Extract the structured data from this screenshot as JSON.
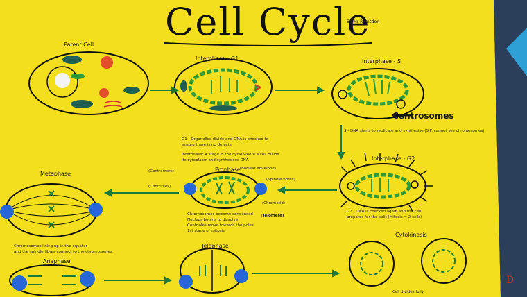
{
  "poster": {
    "title": "Cell Cycle",
    "byline": "By Mr Ramsdon",
    "stages": {
      "parent": "Parent Cell",
      "g1": "Interphase - G1",
      "s": "Interphase - S",
      "g2": "Interphase - G2",
      "prophase": "Prophase",
      "metaphase": "Metaphase",
      "anaphase": "Anaphase",
      "telophase": "Telophase",
      "cytokinesis": "Cytokinesis"
    },
    "annotations": {
      "centrosomes": "Centrosomes",
      "g1_note_1": "G1 - Organelles divide and DNA is checked to",
      "g1_note_2": "ensure there is no defects",
      "g1_note_3": "Interphase: A stage in the cycle where a cell builds",
      "g1_note_4": "its cytoplasm and synthesises DNA",
      "s_note": "S - DNA starts to replicate and synthesise (S.P. cannot see chromosomes)",
      "g2_note_1": "G2 - DNA is checked again and the cell",
      "g2_note_2": "prepares for the split (Mitosis = 2 cells)",
      "prophase_note_1": "Chromosomes become condensed",
      "prophase_note_2": "Nucleus begins to dissolve",
      "prophase_note_3": "Centrioles move towards the poles",
      "prophase_note_4": "1st stage of mitosis",
      "centromere": "(Centromere)",
      "centrioles": "(Centrioles)",
      "nuclear_envelope": "(nuclear envelope)",
      "spindle_fibres": "(Spindle fibres)",
      "chromatid": "(Chromatid)",
      "telomere": "(Telomere)",
      "metaphase_note_1": "Chromosomes lining up in the equator",
      "metaphase_note_2": "and the spindle fibres connect to the chromosomes",
      "cytokinesis_note": "Cell divides fully",
      "corner_mark": "D"
    }
  },
  "colors": {
    "poster": "#f4df1e",
    "ink": "#111111",
    "arrow": "#1e7a3a",
    "organelle_green": "#2f9a37",
    "nucleus_teal": "#1e5e53",
    "pompom": "#2766d6",
    "background": "#1d2a3a"
  }
}
